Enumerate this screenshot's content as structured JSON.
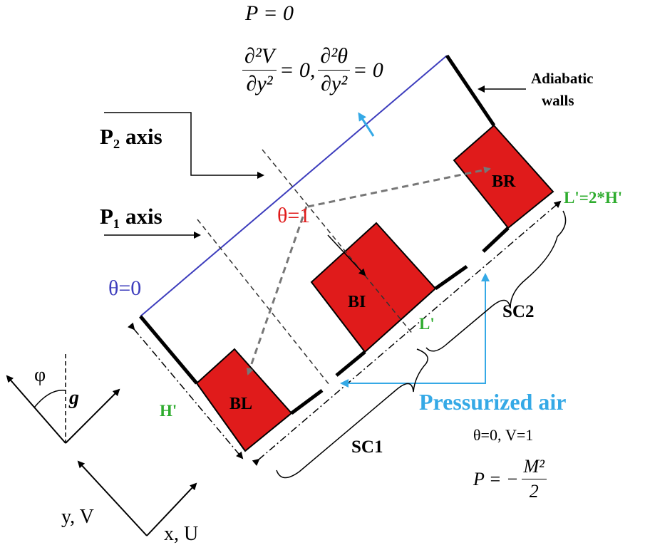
{
  "top_bc": {
    "pressure": "P = 0",
    "d2V_num": "∂²V",
    "d2T_num": "∂²θ",
    "dy2_den": "∂y²",
    "eq_zero_1": "= 0,",
    "eq_zero_2": "= 0"
  },
  "labels": {
    "adiabatic_line1": "Adiabatic",
    "adiabatic_line2": "walls",
    "p2_axis": "P₂ axis",
    "p1_axis": "P₁ axis",
    "theta_one": "θ=1",
    "theta_zero": "θ=0",
    "l_prime_double": "L'=2*H'",
    "l_prime": "L'",
    "h_prime": "H'",
    "sc1": "SC1",
    "sc2": "SC2",
    "pressurized_air": "Pressurized air",
    "inlet_bc": "θ=0, V=1",
    "inlet_p": "P = −",
    "inlet_m2": "M²",
    "inlet_two": "2",
    "phi": "φ",
    "gravity": "g",
    "y_axis": "y, V",
    "x_axis": "x, U"
  },
  "blocks": {
    "left": "BL",
    "inner": "BI",
    "right": "BR"
  },
  "colors": {
    "block_fill": "#e01b1b",
    "cold_wall": "#3d3dbd",
    "air": "#35a9e6",
    "green_label": "#2eac2e",
    "hot_label": "#e01b1b"
  }
}
